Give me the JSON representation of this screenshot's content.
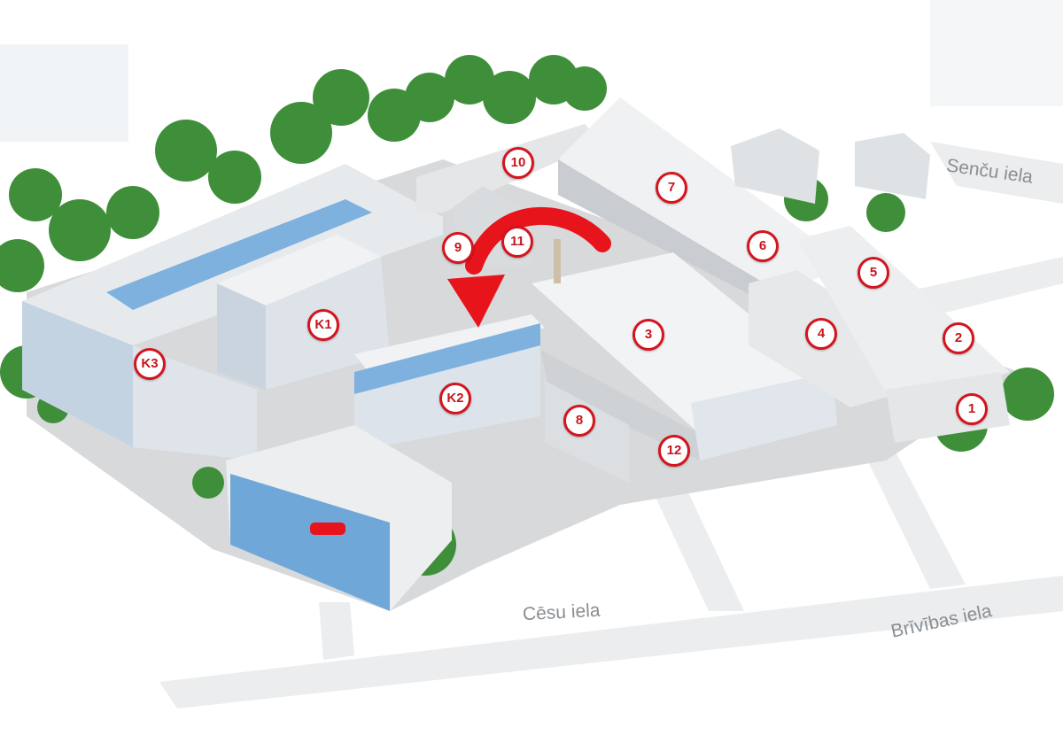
{
  "map": {
    "markers": [
      "10",
      "7",
      "9",
      "11",
      "6",
      "5",
      "2",
      "1",
      "4",
      "3",
      "K1",
      "K3",
      "K2",
      "8",
      "12"
    ],
    "streets": {
      "sencu": "Senču iela",
      "cesu": "Cēsu iela",
      "brivibas": "Brīvības iela"
    },
    "colors": {
      "marker_red": "#d4141e",
      "arrow_red": "#e8141c",
      "tree_green": "#3f8f3a",
      "glass_blue": "#6fa8d8"
    }
  }
}
